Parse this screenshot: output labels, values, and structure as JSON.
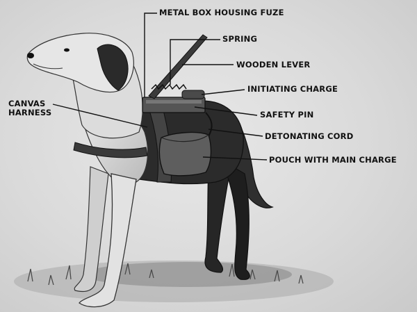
{
  "labels": {
    "metal_box": "METAL BOX HOUSING FUZE",
    "spring": "SPRING",
    "wooden_lever": "WOODEN LEVER",
    "initiating_charge": "INITIATING CHARGE",
    "canvas_harness_line1": "CANVAS",
    "canvas_harness_line2": "HARNESS",
    "safety_pin": "SAFETY PIN",
    "detonating_cord": "DETONATING CORD",
    "pouch": "POUCH WITH MAIN CHARGE"
  }
}
